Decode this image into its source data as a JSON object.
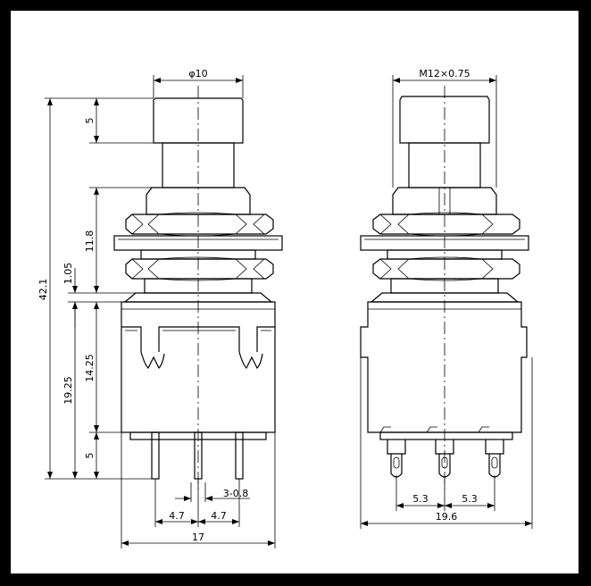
{
  "dimensions": {
    "cap_diameter": "φ10",
    "thread": "M12×0.75",
    "cap_height": "5",
    "total_height": "42.1",
    "bushing_height": "11.8",
    "flange_thickness": "1.05",
    "body_height": "14.25",
    "body_plus_pins": "19.25",
    "pin_length": "5",
    "pin_width": "3-0.8",
    "pin_pitch_left": "4.7",
    "pin_pitch_right": "4.7",
    "body_width": "17",
    "side_pitch_left": "5.3",
    "side_pitch_right": "5.3",
    "side_width": "19.6"
  }
}
